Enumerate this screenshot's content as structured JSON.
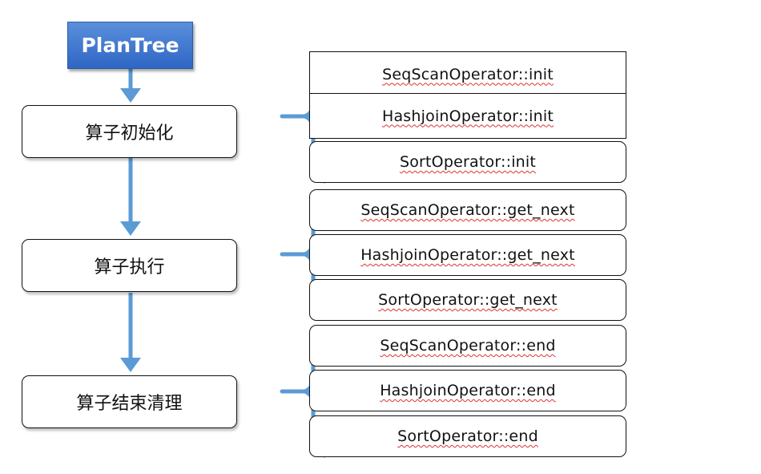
{
  "title": "PlanTree",
  "stages": [
    {
      "label": "算子初始化",
      "operators": [
        "SeqScanOperator::init",
        "HashjoinOperator::init",
        "SortOperator::init"
      ]
    },
    {
      "label": "算子执行",
      "operators": [
        "SeqScanOperator::get_next",
        "HashjoinOperator::get_next",
        "SortOperator::get_next"
      ]
    },
    {
      "label": "算子结束清理",
      "operators": [
        "SeqScanOperator::end",
        "HashjoinOperator::end",
        "SortOperator::end"
      ]
    }
  ],
  "colors": {
    "accent": "#5b9bd5",
    "title_fill": "#3a72cf",
    "border": "#111111"
  }
}
